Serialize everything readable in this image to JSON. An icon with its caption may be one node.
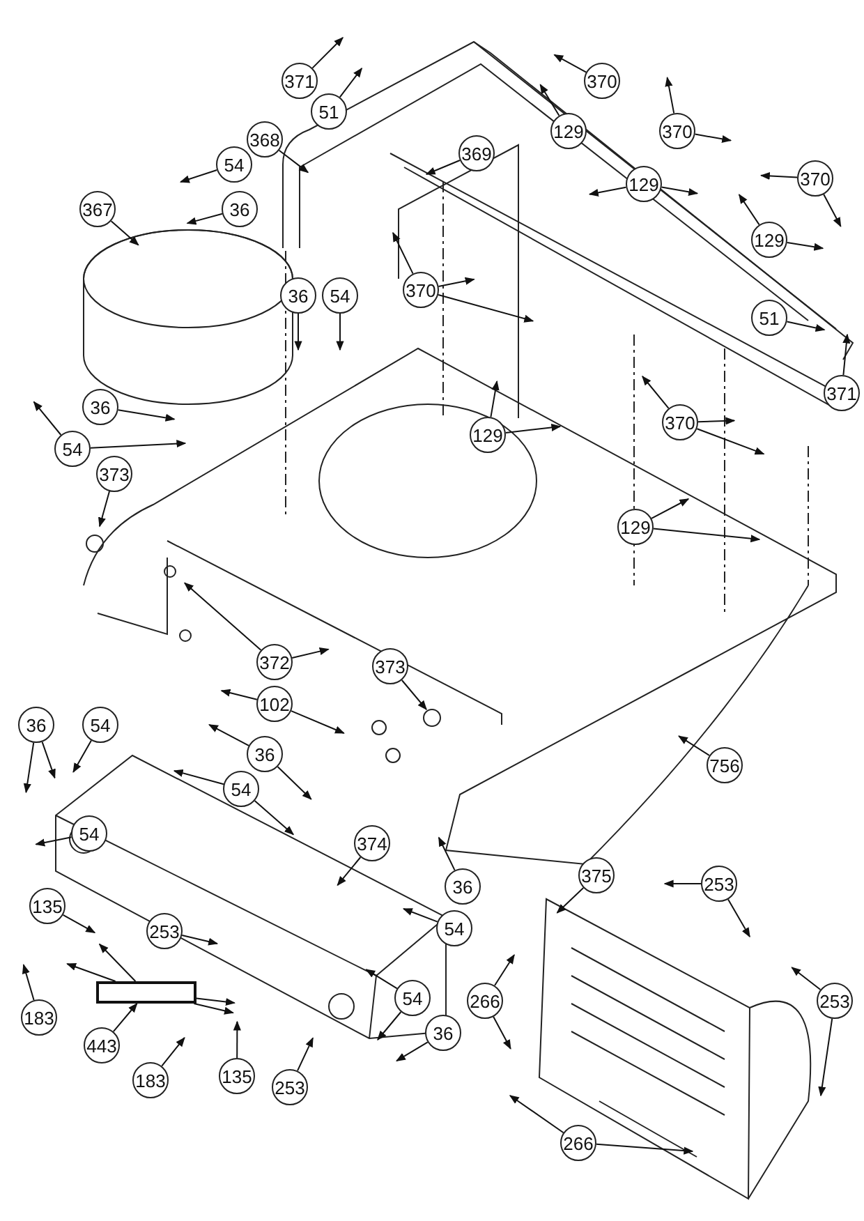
{
  "diagram": {
    "nodes": [
      {
        "text": [
          "371"
        ]
      },
      {
        "text": [
          "51"
        ]
      },
      {
        "text": [
          "368"
        ]
      },
      {
        "text": [
          "54"
        ]
      },
      {
        "text": [
          "36"
        ]
      },
      {
        "text": [
          "367"
        ]
      },
      {
        "text": [
          "36"
        ]
      },
      {
        "text": [
          "54"
        ]
      },
      {
        "text": [
          "36"
        ]
      },
      {
        "text": [
          "54"
        ]
      },
      {
        "text": [
          "373"
        ]
      },
      {
        "text": [
          "369"
        ]
      },
      {
        "text": [
          "370"
        ]
      },
      {
        "text": [
          "129"
        ]
      },
      {
        "text": [
          "370"
        ]
      },
      {
        "text": [
          "129"
        ]
      },
      {
        "text": [
          "370"
        ]
      },
      {
        "text": [
          "129"
        ]
      },
      {
        "text": [
          "370"
        ]
      },
      {
        "text": [
          "51"
        ]
      },
      {
        "text": [
          "371"
        ]
      },
      {
        "text": [
          "129"
        ]
      },
      {
        "text": [
          "370"
        ]
      },
      {
        "text": [
          "129"
        ]
      },
      {
        "text": [
          "372"
        ]
      },
      {
        "text": [
          "102"
        ]
      },
      {
        "text": [
          "373"
        ]
      },
      {
        "text": [
          "756"
        ]
      },
      {
        "text": [
          "36"
        ]
      },
      {
        "text": [
          "54"
        ]
      },
      {
        "text": [
          "36"
        ]
      },
      {
        "text": [
          "54"
        ]
      },
      {
        "text": [
          "54"
        ]
      },
      {
        "text": [
          "374"
        ]
      },
      {
        "text": [
          "36"
        ]
      },
      {
        "text": [
          "54"
        ]
      },
      {
        "text": [
          "54"
        ]
      },
      {
        "text": [
          "36"
        ]
      },
      {
        "text": [
          "135"
        ]
      },
      {
        "text": [
          "183"
        ]
      },
      {
        "text": [
          "253"
        ]
      },
      {
        "text": [],
        "shape": "box"
      },
      {
        "text": [
          "443"
        ]
      },
      {
        "text": [
          "183"
        ]
      },
      {
        "text": [
          "135"
        ]
      },
      {
        "text": [
          "253"
        ]
      },
      {
        "text": [
          "375"
        ]
      },
      {
        "text": [
          "253"
        ]
      },
      {
        "text": [
          "266"
        ]
      },
      {
        "text": [
          "253"
        ]
      },
      {
        "text": [
          "266"
        ]
      }
    ],
    "edges": [
      {
        "from": 0,
        "to": null,
        "arrow": "to"
      },
      {
        "from": 1,
        "to": null,
        "arrow": "to"
      },
      {
        "from": 2,
        "to": null,
        "arrow": "to"
      },
      {
        "from": 3,
        "to": null,
        "arrow": "to"
      },
      {
        "from": 4,
        "to": null,
        "arrow": "to"
      },
      {
        "from": 5,
        "to": null,
        "arrow": "to"
      },
      {
        "from": 6,
        "to": null,
        "arrow": "to"
      },
      {
        "from": 7,
        "to": null,
        "arrow": "to"
      },
      {
        "from": 8,
        "to": null,
        "arrow": "to"
      },
      {
        "from": 9,
        "to": null,
        "arrow": "to"
      },
      {
        "from": 9,
        "to": null,
        "arrow": "to"
      },
      {
        "from": 10,
        "to": null,
        "arrow": "to"
      },
      {
        "from": 11,
        "to": null,
        "arrow": "to"
      },
      {
        "from": 12,
        "to": null,
        "arrow": "to"
      },
      {
        "from": 13,
        "to": null,
        "arrow": "to"
      },
      {
        "from": 14,
        "to": null,
        "arrow": "to"
      },
      {
        "from": 14,
        "to": null,
        "arrow": "to"
      },
      {
        "from": 15,
        "to": null,
        "arrow": "to"
      },
      {
        "from": 15,
        "to": null,
        "arrow": "to"
      },
      {
        "from": 16,
        "to": null,
        "arrow": "to"
      },
      {
        "from": 16,
        "to": null,
        "arrow": "to"
      },
      {
        "from": 17,
        "to": null,
        "arrow": "to"
      },
      {
        "from": 17,
        "to": null,
        "arrow": "to"
      },
      {
        "from": 18,
        "to": null,
        "arrow": "to"
      },
      {
        "from": 18,
        "to": null,
        "arrow": "to"
      },
      {
        "from": 18,
        "to": null,
        "arrow": "to"
      },
      {
        "from": 19,
        "to": null,
        "arrow": "to"
      },
      {
        "from": 20,
        "to": null,
        "arrow": "to"
      },
      {
        "from": 21,
        "to": null,
        "arrow": "to"
      },
      {
        "from": 21,
        "to": null,
        "arrow": "to"
      },
      {
        "from": 22,
        "to": null,
        "arrow": "to"
      },
      {
        "from": 22,
        "to": null,
        "arrow": "to"
      },
      {
        "from": 22,
        "to": null,
        "arrow": "to"
      },
      {
        "from": 23,
        "to": null,
        "arrow": "to"
      },
      {
        "from": 23,
        "to": null,
        "arrow": "to"
      },
      {
        "from": 24,
        "to": null,
        "arrow": "to"
      },
      {
        "from": 24,
        "to": null,
        "arrow": "to"
      },
      {
        "from": 25,
        "to": null,
        "arrow": "to"
      },
      {
        "from": 25,
        "to": null,
        "arrow": "to"
      },
      {
        "from": 26,
        "to": null,
        "arrow": "to"
      },
      {
        "from": 27,
        "to": null,
        "arrow": "to"
      },
      {
        "from": 28,
        "to": null,
        "arrow": "to"
      },
      {
        "from": 28,
        "to": null,
        "arrow": "to"
      },
      {
        "from": 29,
        "to": null,
        "arrow": "to"
      },
      {
        "from": 30,
        "to": null,
        "arrow": "to"
      },
      {
        "from": 30,
        "to": null,
        "arrow": "to"
      },
      {
        "from": 31,
        "to": null,
        "arrow": "to"
      },
      {
        "from": 31,
        "to": null,
        "arrow": "to"
      },
      {
        "from": 32,
        "to": null,
        "arrow": "to"
      },
      {
        "from": 33,
        "to": null,
        "arrow": "to"
      },
      {
        "from": 34,
        "to": null,
        "arrow": "to"
      },
      {
        "from": 35,
        "to": null,
        "arrow": "to"
      },
      {
        "from": 36,
        "to": null,
        "arrow": "to"
      },
      {
        "from": 36,
        "to": null,
        "arrow": "to"
      },
      {
        "from": 37,
        "to": null,
        "arrow": "to"
      },
      {
        "from": 38,
        "to": null,
        "arrow": "to"
      },
      {
        "from": 39,
        "to": null,
        "arrow": "to"
      },
      {
        "from": 40,
        "to": null,
        "arrow": "to"
      },
      {
        "from": 41,
        "to": null,
        "arrow": "to"
      },
      {
        "from": 41,
        "to": null,
        "arrow": "to"
      },
      {
        "from": 41,
        "to": null,
        "arrow": "to"
      },
      {
        "from": 41,
        "to": null,
        "arrow": "to"
      },
      {
        "from": 42,
        "to": 41,
        "arrow": "to"
      },
      {
        "from": 43,
        "to": null,
        "arrow": "to"
      },
      {
        "from": 44,
        "to": null,
        "arrow": "to"
      },
      {
        "from": 45,
        "to": null,
        "arrow": "to"
      },
      {
        "from": 46,
        "to": null,
        "arrow": "to"
      },
      {
        "from": 47,
        "to": null,
        "arrow": "to"
      },
      {
        "from": 47,
        "to": null,
        "arrow": "to"
      },
      {
        "from": 48,
        "to": null,
        "arrow": "to"
      },
      {
        "from": 48,
        "to": null,
        "arrow": "to"
      },
      {
        "from": 49,
        "to": null,
        "arrow": "to"
      },
      {
        "from": 49,
        "to": null,
        "arrow": "to"
      },
      {
        "from": 50,
        "to": null,
        "arrow": "to"
      },
      {
        "from": 50,
        "to": null,
        "arrow": "to"
      }
    ]
  }
}
